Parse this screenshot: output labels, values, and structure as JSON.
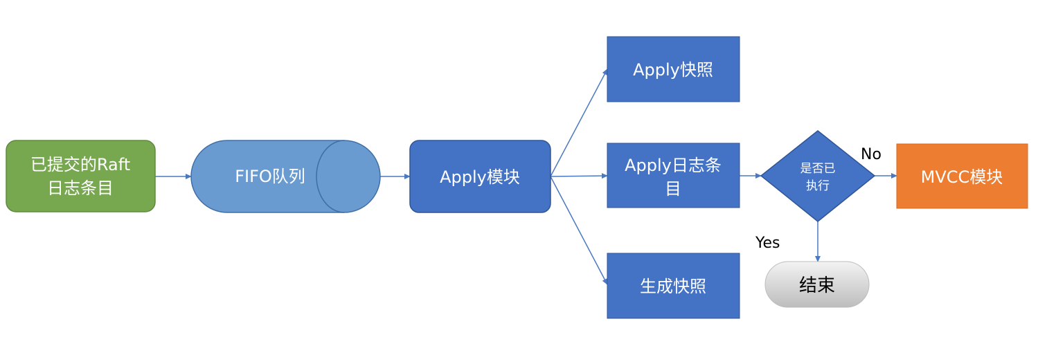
{
  "nodes": {
    "committed_entries": {
      "line1": "已提交的Raft",
      "line2": "日志条目"
    },
    "fifo_queue": {
      "label": "FIFO队列"
    },
    "apply_module": {
      "label": "Apply模块"
    },
    "apply_snapshot": {
      "label": "Apply快照"
    },
    "apply_log_entries": {
      "line1": "Apply日志条",
      "line2": "目"
    },
    "generate_snapshot": {
      "label": "生成快照"
    },
    "decision": {
      "line1": "是否已",
      "line2": "执行"
    },
    "mvcc_module": {
      "label": "MVCC模块"
    },
    "end": {
      "label": "结束"
    }
  },
  "edges": {
    "no_label": "No",
    "yes_label": "Yes"
  },
  "colors": {
    "green": "#77a84f",
    "green_border": "#5e8a3d",
    "queue_blue": "#6a9bd0",
    "queue_border": "#3f6ea6",
    "box_blue": "#4472c4",
    "box_border": "#2f5597",
    "orange": "#ed7d31",
    "gray_start": "#f0f0f0",
    "gray_end": "#bfbfbf",
    "arrow": "#4a79c2"
  }
}
